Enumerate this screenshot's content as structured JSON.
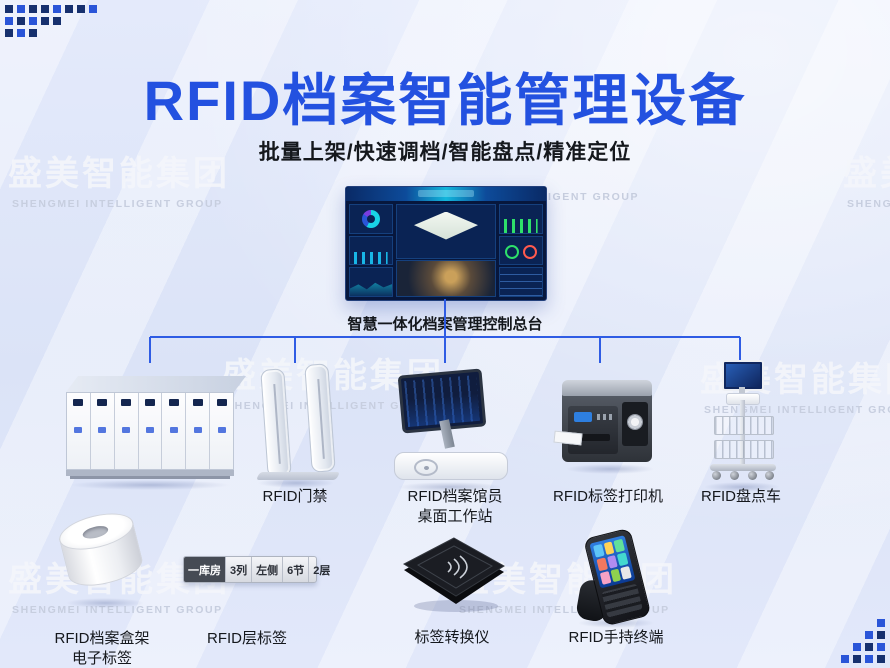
{
  "page": {
    "title": "RFID档案智能管理设备",
    "subtitle": "批量上架/快速调档/智能盘点/精准定位",
    "console_label": "智慧一体化档案管理控制总台"
  },
  "watermark": {
    "zh": "盛美智能集团",
    "en": "SHENGMEI INTELLIGENT GROUP",
    "en_fragment": "LIGENT GROUP"
  },
  "device_labels": {
    "gate": "RFID门禁",
    "workstation_line1": "RFID档案馆员",
    "workstation_line2": "桌面工作站",
    "printer": "RFID标签打印机",
    "cart": "RFID盘点车",
    "box_rack_line1": "RFID档案盒架",
    "box_rack_line2": "电子标签",
    "layer_tag": "RFID层标签",
    "converter": "标签转换仪",
    "handheld": "RFID手持终端"
  },
  "layer_tag_text": {
    "segments": [
      "一库房",
      "3列",
      "左侧",
      "6节",
      "2层"
    ]
  },
  "colors": {
    "title_blue": "#2351e0",
    "connector_blue": "#2f5ce4",
    "watermark_white": "#f4f6fb",
    "background_tint": "#dfe6f8"
  }
}
